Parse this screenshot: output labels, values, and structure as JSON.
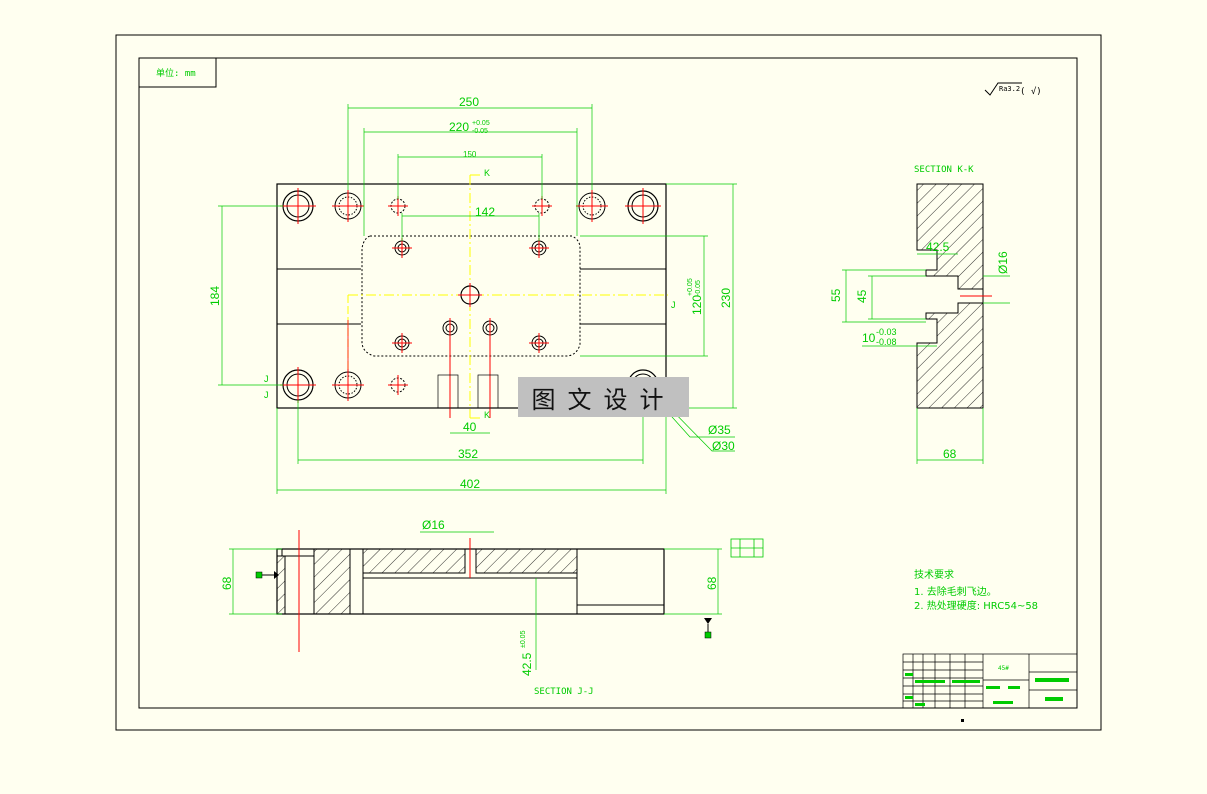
{
  "unit_box": "单位: mm",
  "roughness": {
    "value": "Ra3.2",
    "paren": "( √)"
  },
  "plan_view": {
    "dims": {
      "d250": "250",
      "d220": "220",
      "d220_tol_upper": "+0.05",
      "d220_tol_lower": "-0.05",
      "d150": "150",
      "d142": "142",
      "d184": "184",
      "d120": "120",
      "d120_tol_upper": "+0.05",
      "d120_tol_lower": "-0.05",
      "d230": "230",
      "d40": "40",
      "d352": "352",
      "d402": "402",
      "dia35": "Ø35",
      "dia30": "Ø30"
    },
    "section_marks": {
      "k_top": "K",
      "k_bottom": "K",
      "j_left1": "J",
      "j_left2": "J",
      "j_right": "J"
    }
  },
  "section_kk": {
    "title": "SECTION K-K",
    "dims": {
      "d42_5": "42.5",
      "dia16": "Ø16",
      "d55": "55",
      "d45": "45",
      "d10": "10",
      "d10_tol_upper": "-0.03",
      "d10_tol_lower": "-0.08",
      "d68": "68"
    }
  },
  "section_jj": {
    "title": "SECTION J-J",
    "dims": {
      "dia16": "Ø16",
      "d68_left": "68",
      "d68_right": "68",
      "d42_5": "42.5",
      "d42_5_tol": "±0.05"
    }
  },
  "tech_requirements": {
    "title": "技术要求",
    "items": [
      "1. 去除毛刺飞边。",
      "2. 热处理硬度: HRC54~58"
    ]
  },
  "title_block": {
    "material": "45#"
  },
  "watermark": "图文设计",
  "colors": {
    "background": "#fffff0",
    "outline": "#000000",
    "dimension": "#00cc00",
    "centerline": "#ff0000",
    "hidden_line": "#ffff00",
    "watermark_bg": "#c0c0c0"
  }
}
